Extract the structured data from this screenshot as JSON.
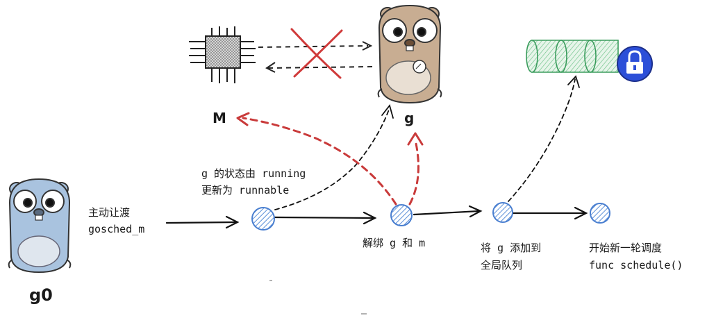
{
  "labels": {
    "m": "M",
    "g": "g",
    "g0": "g0",
    "start": [
      "主动让渡",
      "gosched_m"
    ],
    "state_change": [
      "g 的状态由 running",
      "更新为 runnable"
    ],
    "unbind": "解绑 g 和 m",
    "add_global": [
      "将 g 添加到",
      "全局队列"
    ],
    "new_round": [
      "开始新一轮调度",
      "func schedule()"
    ]
  },
  "icons": {
    "cpu": "cpu-chip-icon",
    "gopher_g": "gopher-icon",
    "gopher_g0": "gopher-icon",
    "queue": "global-queue-icon",
    "lock": "lock-icon"
  },
  "colors": {
    "red": "#c93a3a",
    "node_blue": "#5b8fd8",
    "queue_green": "#4caf6e",
    "lock_blue": "#2c4fd8",
    "gopher_brown": "#c8ad92",
    "gopher_blue": "#a9c3df"
  }
}
